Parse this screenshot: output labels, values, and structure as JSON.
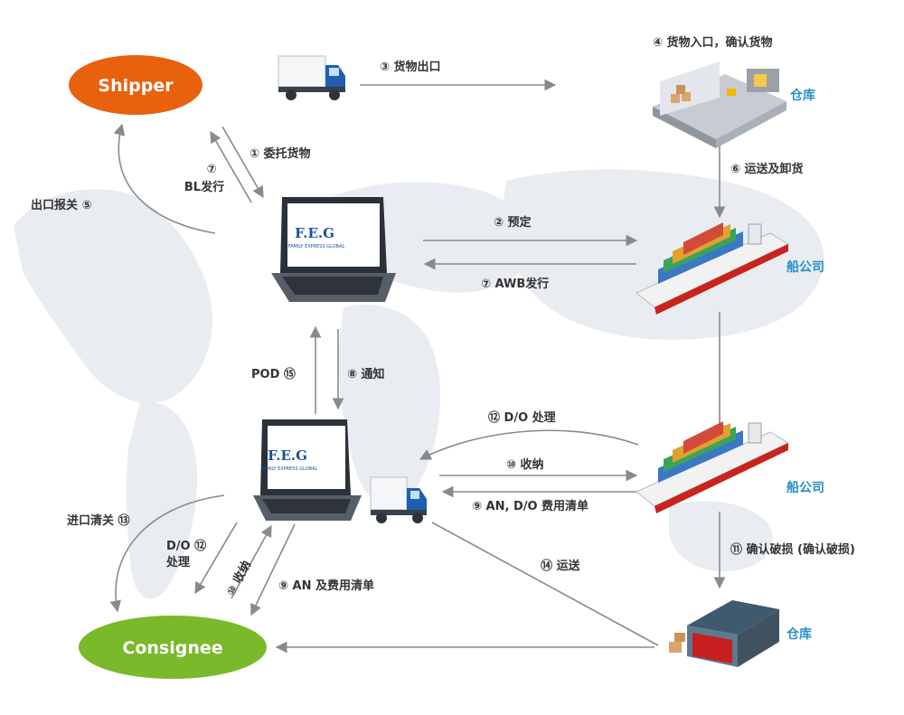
{
  "parties": {
    "shipper": "Shipper",
    "consignee": "Consignee"
  },
  "places": {
    "warehouse_top": "仓库",
    "carrier_top": "船公司",
    "carrier_bottom": "船公司",
    "warehouse_bottom": "仓库"
  },
  "logo": {
    "brand": "F.E.G",
    "subtitle": "FAMILY EXPRESS GLOBAL"
  },
  "steps": {
    "s1": "① 委托货物",
    "s2": "② 预定",
    "s3": "③ 货物出口",
    "s4": "④ 货物入口，确认货物",
    "s5": "出口报关 ⑤",
    "s6": "⑥ 运送及卸货",
    "s7_bl_num": "⑦",
    "s7_bl": "BL发行",
    "s7_awb": "⑦ AWB发行",
    "s8": "⑧ 通知",
    "s9_top": "⑨ AN, D/O 费用清单",
    "s9_bottom": "⑨ AN 及费用清单",
    "s10_top": "⑩ 收纳",
    "s10_bottom": "⑩ 收纳",
    "s11": "⑪ 确认破损 (确认破损)",
    "s12_top": "⑫ D/O 处理",
    "s12_line1": "D/O ⑫",
    "s12_line2": "处理",
    "s13": "进口清关 ⑬",
    "s14": "⑭ 运送",
    "s15": "POD ⑮"
  },
  "colors": {
    "shipper": "#e8620e",
    "consignee": "#7ab929",
    "arrow": "#8a8a8a",
    "place_text": "#2a90c8",
    "map": "#e9edf2"
  }
}
